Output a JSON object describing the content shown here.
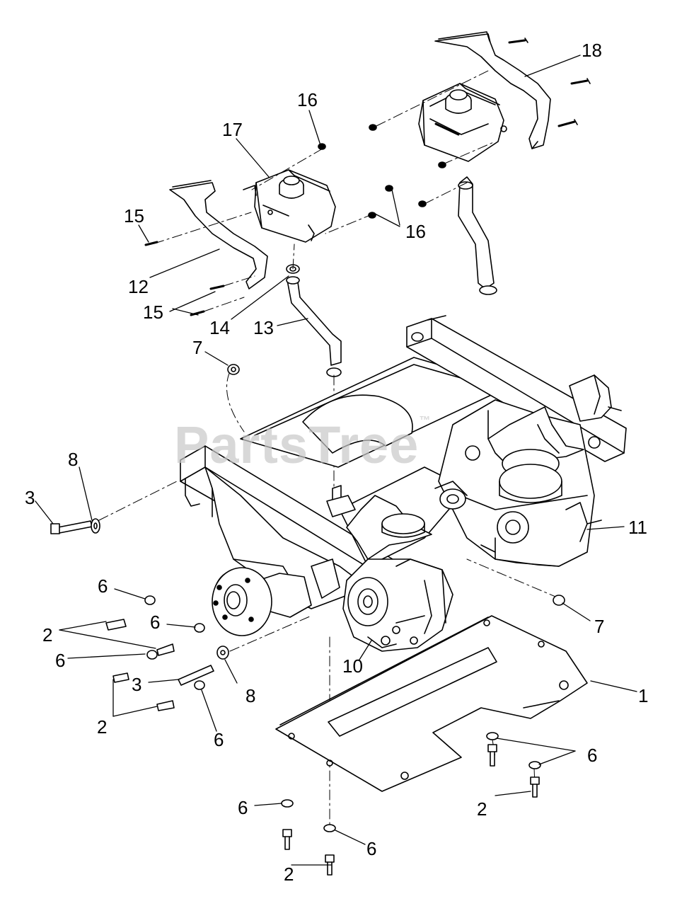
{
  "diagram": {
    "watermark": "PartsTree",
    "watermark_mark": "™",
    "callouts": {
      "c1": "1",
      "c2a": "2",
      "c2b": "2",
      "c2c": "2",
      "c2d": "2",
      "c3a": "3",
      "c3b": "3",
      "c6a": "6",
      "c6b": "6",
      "c6c": "6",
      "c6d": "6",
      "c6e": "6",
      "c6f": "6",
      "c6g": "6",
      "c7a": "7",
      "c7b": "7",
      "c8a": "8",
      "c8b": "8",
      "c10": "10",
      "c11": "11",
      "c12": "12",
      "c13": "13",
      "c14": "14",
      "c15a": "15",
      "c15b": "15",
      "c16a": "16",
      "c16b": "16",
      "c17": "17",
      "c18": "18"
    }
  }
}
